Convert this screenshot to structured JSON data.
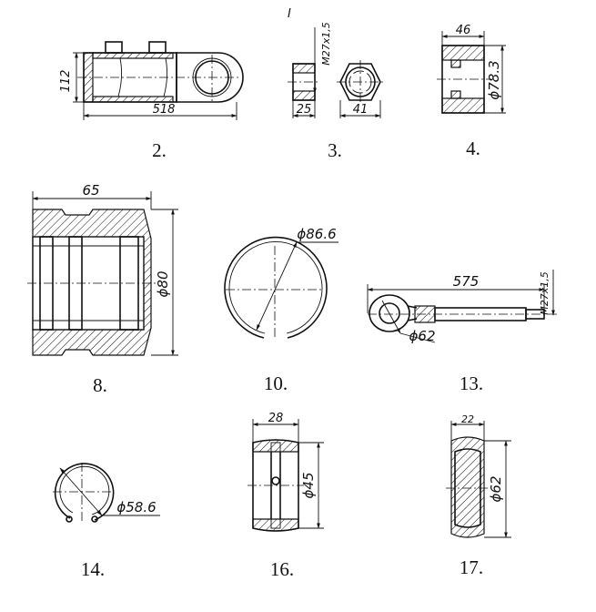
{
  "page_marker": "I",
  "figures": [
    {
      "caption": "2.",
      "dims": {
        "height": "112",
        "length": "518"
      }
    },
    {
      "caption": "3.",
      "dims": {
        "thread": "M27x1,5",
        "width": "25",
        "across": "41"
      }
    },
    {
      "caption": "4.",
      "dims": {
        "width": "46",
        "diameter": "ϕ78.3"
      }
    },
    {
      "caption": "8.",
      "dims": {
        "width": "65",
        "diameter": "ϕ80"
      }
    },
    {
      "caption": "10.",
      "dims": {
        "diameter": "ϕ86.6"
      }
    },
    {
      "caption": "13.",
      "dims": {
        "length": "575",
        "thread": "M27x1,5",
        "diameter": "ϕ62"
      }
    },
    {
      "caption": "14.",
      "dims": {
        "diameter": "ϕ58.6"
      }
    },
    {
      "caption": "16.",
      "dims": {
        "width": "28",
        "diameter": "ϕ45"
      }
    },
    {
      "caption": "17.",
      "dims": {
        "width": "22",
        "diameter": "ϕ62"
      }
    }
  ]
}
